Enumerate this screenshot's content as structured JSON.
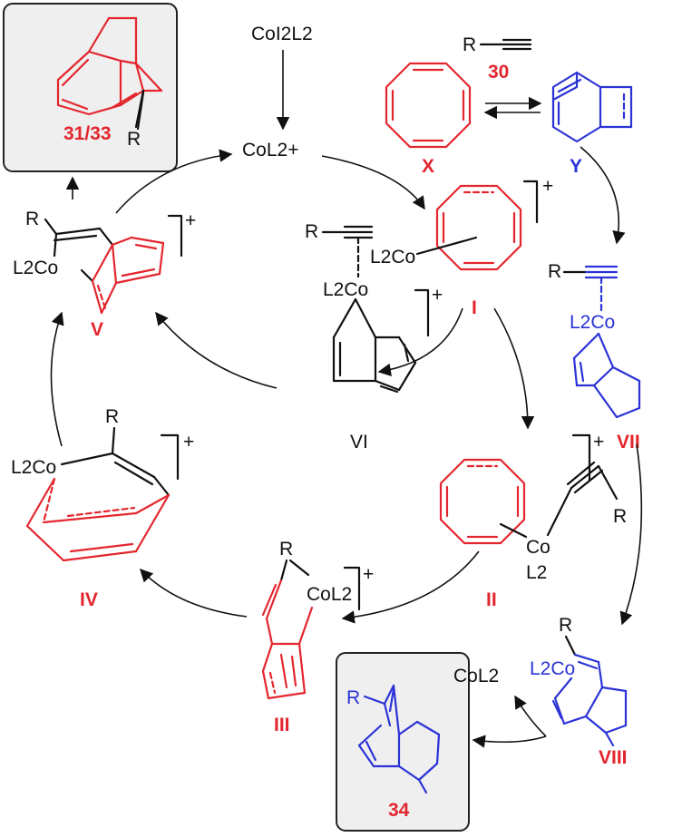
{
  "catalyst_precursor": "CoI2L2",
  "active_catalyst": "CoL2+",
  "alkyne": {
    "formula": "R",
    "number": "30"
  },
  "cot": {
    "label": "X"
  },
  "valence_isomer": {
    "label": "Y"
  },
  "charge": "+",
  "cobalt_ligand": "L2Co",
  "co_center": "Co",
  "ligand": "L2",
  "col2_fragment": "CoL2",
  "released_catalyst": "CoL2",
  "substituent": "R",
  "intermediates": [
    "I",
    "II",
    "III",
    "IV",
    "V",
    "VI",
    "VII",
    "VIII"
  ],
  "products": {
    "top": "31/33",
    "bottom": "34"
  }
}
